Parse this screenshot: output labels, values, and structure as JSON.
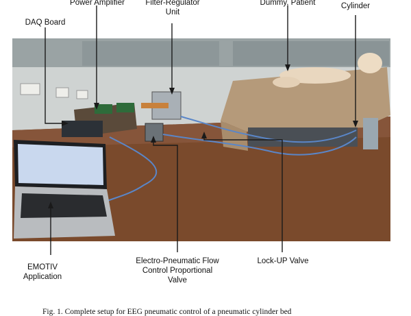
{
  "figure": {
    "labels": {
      "power_amplifier": "Power Amplifier",
      "filter_regulator": [
        "Filter-Regulator",
        "Unit"
      ],
      "dummy_patient": "Dummy, Patient",
      "cylinder": "Cylinder",
      "daq_board": "DAQ Board",
      "emotiv": [
        "EMOTIV",
        "Application"
      ],
      "flow_valve": [
        "Electro-Pneumatic Flow",
        "Control Proportional",
        "Valve"
      ],
      "lockup_valve": "Lock-UP Valve"
    },
    "caption": "Fig. 1. Complete setup for EEG pneumatic control of a pneumatic cylinder bed"
  },
  "colors": {
    "wall": "#cfd3d2",
    "window": "#8e999b",
    "table": "#7a4a2c",
    "cloth": "#b59a7a",
    "doll": "#e9d7bf",
    "laptop_screen": "#c9d8ee",
    "pointer": "#1a1a1a"
  }
}
